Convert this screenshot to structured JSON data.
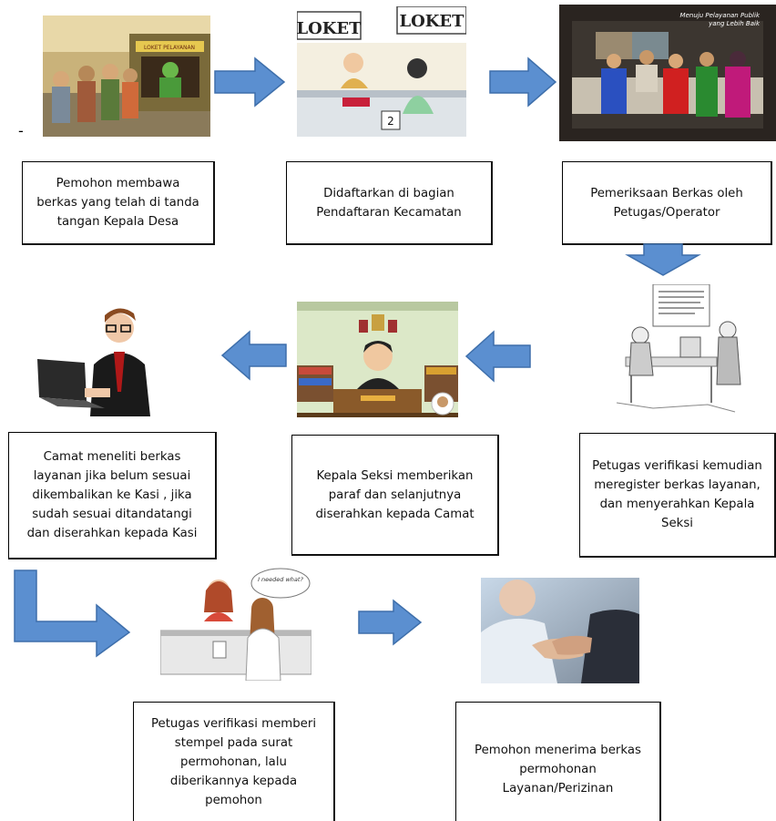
{
  "colors": {
    "arrow_fill": "#5b8fd0",
    "arrow_stroke": "#3e6fab",
    "box_border": "#000000"
  },
  "stray_mark": "-",
  "steps": [
    {
      "id": 1,
      "label": "Pemohon membawa\nberkas yang telah di tanda\ntangan Kepala Desa",
      "image": "queue-at-counter-illustration",
      "image_text": "LOKET PELAYANAN"
    },
    {
      "id": 2,
      "label": "Didaftarkan di bagian\nPendaftaran Kecamatan",
      "image": "registration-desk-illustration",
      "image_text_left": "LOKET",
      "image_text_right": "LOKET",
      "counter_number": "2"
    },
    {
      "id": 3,
      "label": "Pemeriksaan Berkas oleh\nPetugas/Operator",
      "image": "public-service-counter-illustration",
      "image_caption_1": "Menuju Pelayanan Publik",
      "image_caption_2": "yang Lebih Baik"
    },
    {
      "id": 4,
      "label": "Petugas verifikasi kemudian\nmeregister berkas layanan,\ndan menyerahkan Kepala\nSeksi",
      "image": "office-cartoon-illustration"
    },
    {
      "id": 5,
      "label": "Kepala Seksi memberikan\nparaf dan selanjutnya\ndiserahkan kepada Camat",
      "image": "official-at-desk-illustration"
    },
    {
      "id": 6,
      "label": "Camat meneliti berkas\nlayanan jika belum sesuai\ndikembalikan ke Kasi , jika\nsudah sesuai ditandatangi\ndan diserahkan kepada Kasi",
      "image": "man-at-laptop-illustration"
    },
    {
      "id": 7,
      "label": "Petugas verifikasi memberi\nstempel pada surat\npermohonan, lalu\ndiberikannya  kepada\npemohon",
      "image": "front-desk-illustration",
      "speech_bubble": "I needed what?"
    },
    {
      "id": 8,
      "label": "Pemohon menerima berkas\npermohonan\nLayanan/Perizinan",
      "image": "handshake-photo"
    }
  ]
}
